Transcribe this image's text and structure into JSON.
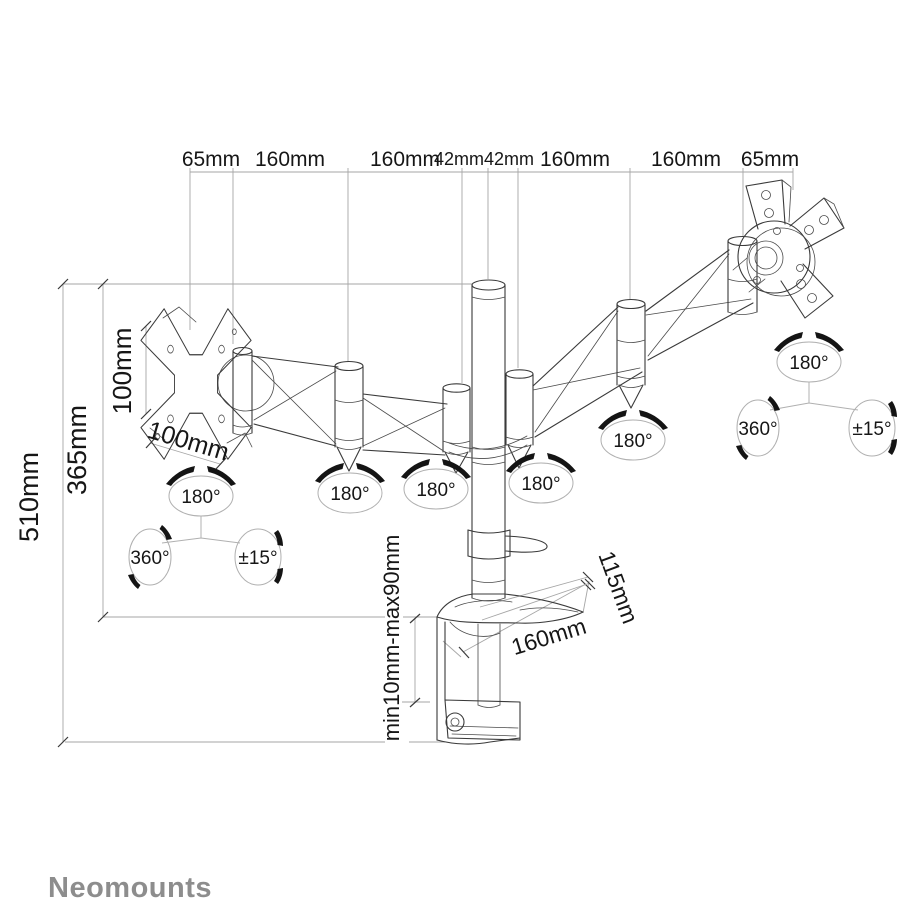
{
  "brand": {
    "logo_text": "Neomounts"
  },
  "dimensions": {
    "top": [
      "65mm",
      "160mm",
      "160mm",
      "42mm",
      "42mm",
      "160mm",
      "160mm",
      "65mm"
    ],
    "height_total": "510mm",
    "height_pole": "365mm",
    "vesa_height": "100mm",
    "vesa_width": "100mm",
    "clamp_width": "160mm",
    "clamp_depth": "115mm",
    "desk_thickness": "min10mm-max90mm"
  },
  "rotation": {
    "swivel": "180°",
    "rotate": "360°",
    "tilt": "±15°"
  }
}
